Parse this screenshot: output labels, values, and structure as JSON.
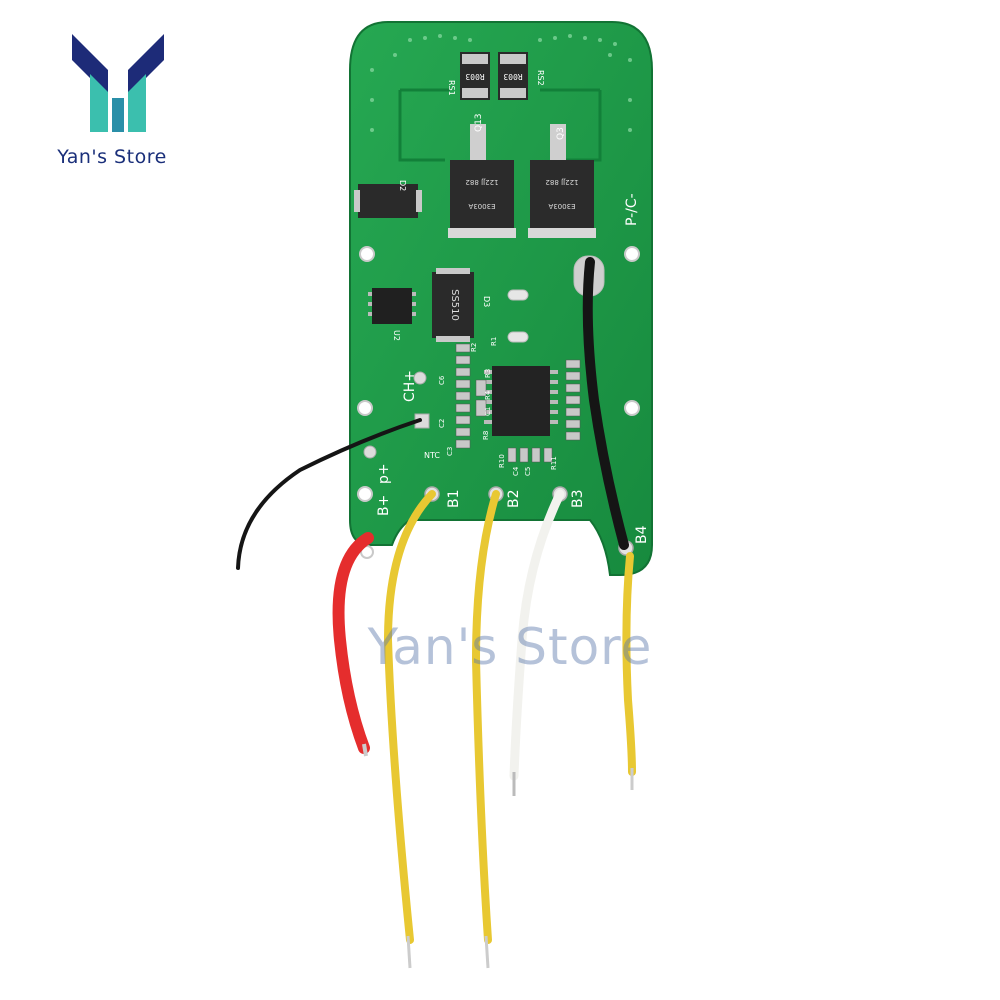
{
  "store": {
    "name": "Yan's Store",
    "watermark": "Yan's Store"
  },
  "colors": {
    "pcb": "#1f9c4a",
    "pcb_dark": "#15803a",
    "logo_navy": "#1d2b78",
    "logo_teal": "#3bbfae",
    "wire_red": "#e52d2d",
    "wire_yellow": "#e8c832",
    "wire_white": "#f2f2ee",
    "wire_black": "#151515"
  },
  "board": {
    "silkscreen": {
      "b_plus": "B+",
      "p_plus": "p+",
      "b1": "B1",
      "b2": "B2",
      "b3": "B3",
      "b4": "B4",
      "p_minus_c_minus": "P-/C-",
      "ch_plus": "CH+",
      "ntc": "NTC",
      "d2": "D2",
      "d3": "D3",
      "u2": "U2",
      "q13": "Q13",
      "q3": "Q3",
      "rs1": "RS1",
      "rs2": "RS2",
      "r2": "R2",
      "r1": "R1",
      "r3": "R3",
      "r4": "R4",
      "r8": "R8",
      "r10": "R10",
      "r11": "R11",
      "c1": "C1",
      "c2": "C2",
      "c3": "C3",
      "c4": "C4",
      "c5": "C5",
      "c6": "C6"
    },
    "components": {
      "shunt_left": "R003",
      "shunt_right": "R003",
      "mosfet_left_line1": "122JJ 882",
      "mosfet_left_line2": "E3003A",
      "mosfet_right_line1": "122JJ 882",
      "mosfet_right_line2": "E3003A",
      "diode_d3": "SS510"
    }
  }
}
